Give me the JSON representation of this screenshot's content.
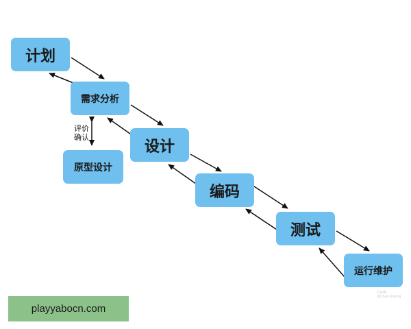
{
  "nodes": {
    "plan": "计划",
    "requirements": "需求分析",
    "design": "设计",
    "coding": "编码",
    "testing": "测试",
    "operations": "运行维护",
    "prototype": "原型设计"
  },
  "eval_label": "评价\n确认",
  "footer": {
    "site": "playyabocn.com"
  },
  "watermark": "CSDN @Chen·Sheng",
  "colors": {
    "node_fill": "#6fc0ee",
    "footer_fill": "#8cc28a",
    "arrow": "#111111"
  }
}
